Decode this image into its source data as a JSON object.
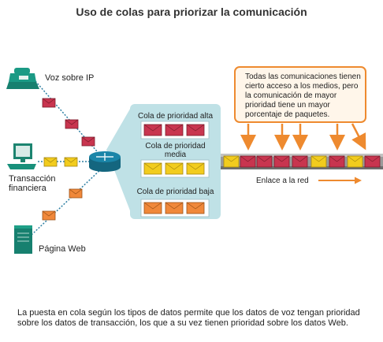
{
  "title": "Uso de colas para priorizar la comunicación",
  "devices": {
    "phone_label": "Voz sobre IP",
    "computer_label_line1": "Transacción",
    "computer_label_line2": "financiera",
    "server_label": "Página Web"
  },
  "queues": {
    "high": "Cola de prioridad alta",
    "medium_line1": "Cola de prioridad",
    "medium_line2": "media",
    "low": "Cola de prioridad baja"
  },
  "callout_text": "Todas las comunicaciones tienen cierto acceso a los medios, pero la comunicación de mayor prioridad tiene un mayor porcentaje de paquetes.",
  "link_label": "Enlace a la red",
  "caption": "La puesta en cola según los tipos de datos permite que los datos de voz tengan prioridad sobre los datos de transacción, los que a su vez tienen prioridad sobre los datos Web.",
  "colors": {
    "voice_packet": "#c8354f",
    "transaction_packet": "#f2cc1e",
    "web_packet": "#f0883a",
    "router": "#1a7fa0",
    "panel": "#bfe1e6",
    "callout_border": "#ee8a2f",
    "link": "#9a9a9a"
  }
}
